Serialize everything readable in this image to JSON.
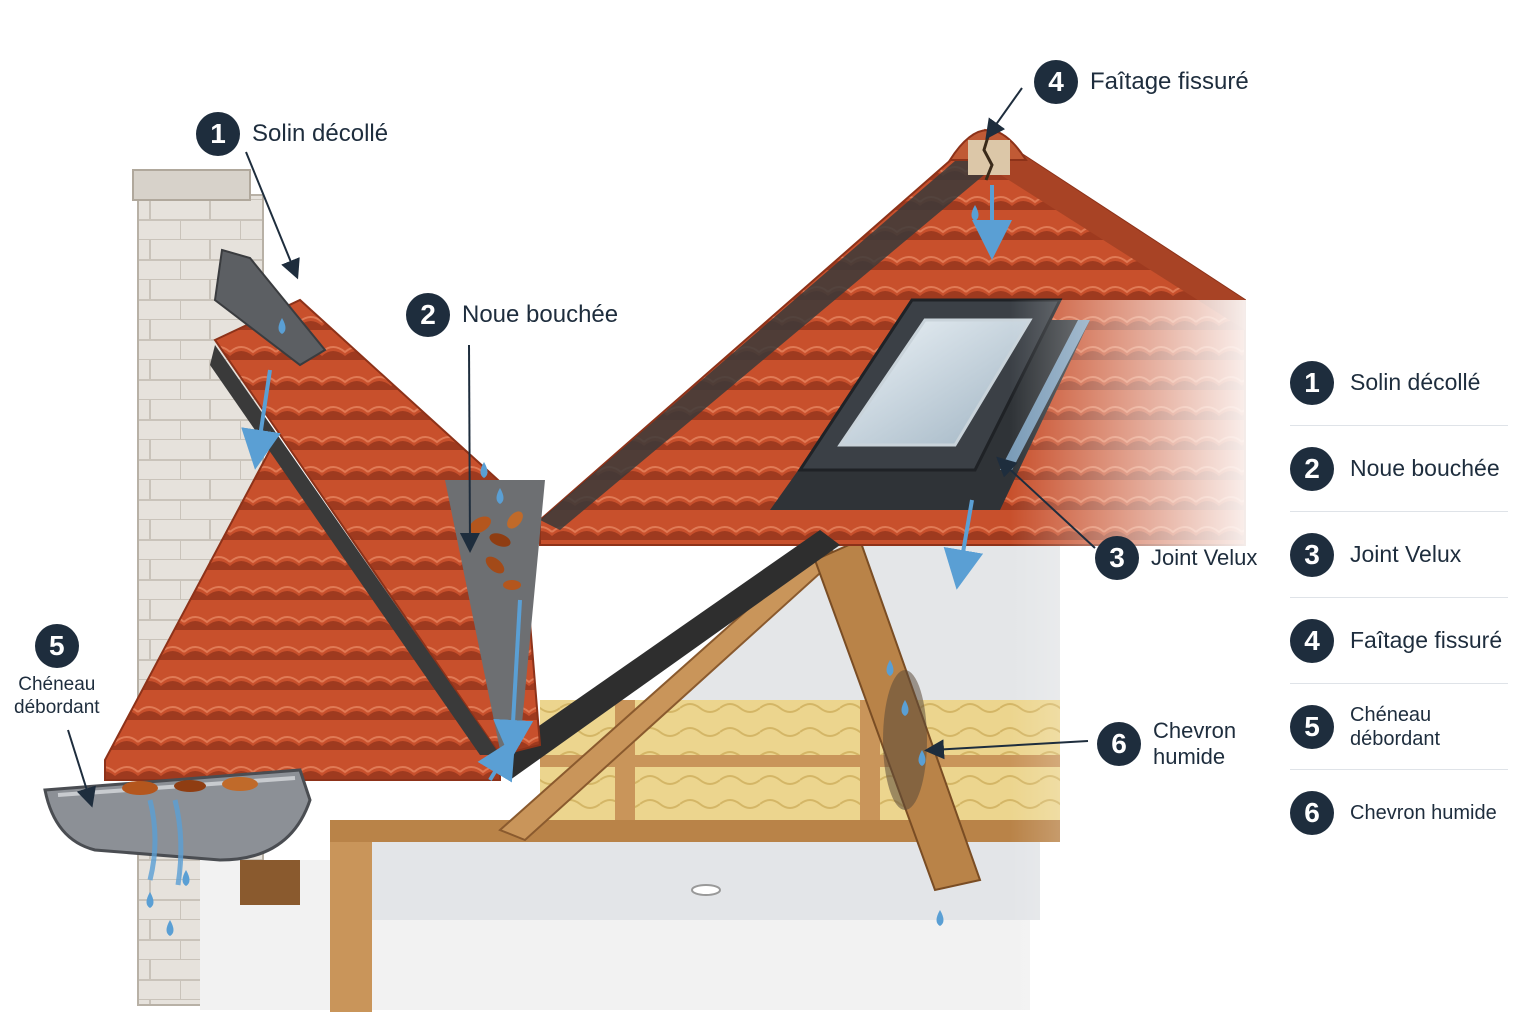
{
  "callouts": [
    {
      "number": "1",
      "label": "Solin décollé"
    },
    {
      "number": "2",
      "label": "Noue bouchée"
    },
    {
      "number": "3",
      "label": "Joint Velux"
    },
    {
      "number": "4",
      "label": "Faîtage fissuré"
    },
    {
      "number": "5",
      "label_line1": "Chéneau",
      "label_line2": "débordant"
    },
    {
      "number": "6",
      "label_line1": "Chevron",
      "label_line2": "humide"
    }
  ],
  "legend": [
    {
      "number": "1",
      "label": "Solin décollé"
    },
    {
      "number": "2",
      "label": "Noue bouchée"
    },
    {
      "number": "3",
      "label": "Joint Velux"
    },
    {
      "number": "4",
      "label": "Faîtage fissuré"
    },
    {
      "number": "5",
      "label": "Chéneau débordant"
    },
    {
      "number": "6",
      "label": "Chevron humide"
    }
  ],
  "colors": {
    "badge": "#1e2d3d",
    "tile": "#c8502c",
    "water": "#5a9fd4",
    "wood": "#c9955a",
    "insulation": "#ecd58e"
  }
}
